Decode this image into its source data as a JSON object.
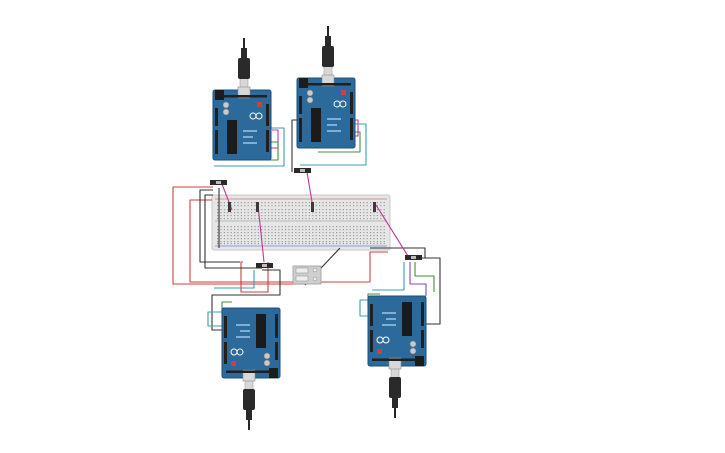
{
  "colors": {
    "background": "#ffffff",
    "board": "#2b6a9b",
    "board_edge": "#1f4f78",
    "header": "#202020",
    "usb_metal": "#d8d8d8",
    "cable": "#262626",
    "breadboard": "#e6e6e6",
    "breadboard_hole": "#9a9a9a",
    "wire_red": "#d33d3d",
    "wire_black": "#333333",
    "wire_magenta": "#c2369a",
    "wire_teal": "#3a9fb0",
    "wire_green": "#3d8f3d",
    "wire_purple": "#8e44ad",
    "chip": "#1b1b1b",
    "switch_box": "#cfcfcf"
  },
  "components": {
    "arduinos": [
      {
        "id": "uno-top-left",
        "orientation": "usb-up"
      },
      {
        "id": "uno-top-right",
        "orientation": "usb-up"
      },
      {
        "id": "uno-bottom-left",
        "orientation": "usb-down"
      },
      {
        "id": "uno-bottom-right",
        "orientation": "usb-down"
      }
    ],
    "breadboard": {
      "id": "main-breadboard"
    },
    "slide_switches": [
      "switch-1",
      "switch-2",
      "switch-3",
      "switch-4"
    ],
    "dip_switch": {
      "id": "dip-switch"
    }
  }
}
